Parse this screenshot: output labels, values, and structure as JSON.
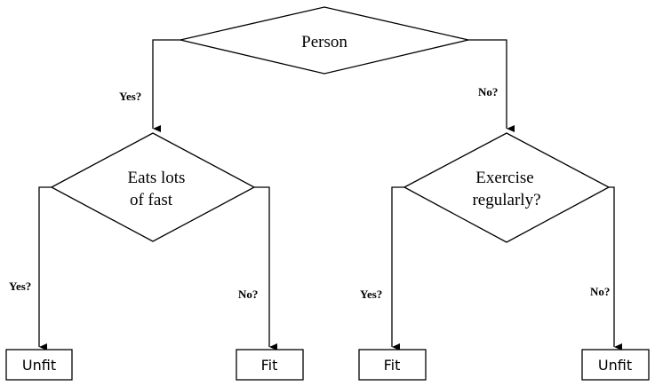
{
  "root": {
    "label": "Person"
  },
  "edges": {
    "root_yes": "Yes?",
    "root_no": "No?",
    "left_yes": "Yes?",
    "left_no": "No?",
    "right_yes": "Yes?",
    "right_no": "No?"
  },
  "left_decision": {
    "line1": "Eats lots",
    "line2": "of fast"
  },
  "right_decision": {
    "line1": "Exercise",
    "line2": "regularly?"
  },
  "leaves": [
    {
      "label": "Unfit"
    },
    {
      "label": "Fit"
    },
    {
      "label": "Fit"
    },
    {
      "label": "Unfit"
    }
  ]
}
